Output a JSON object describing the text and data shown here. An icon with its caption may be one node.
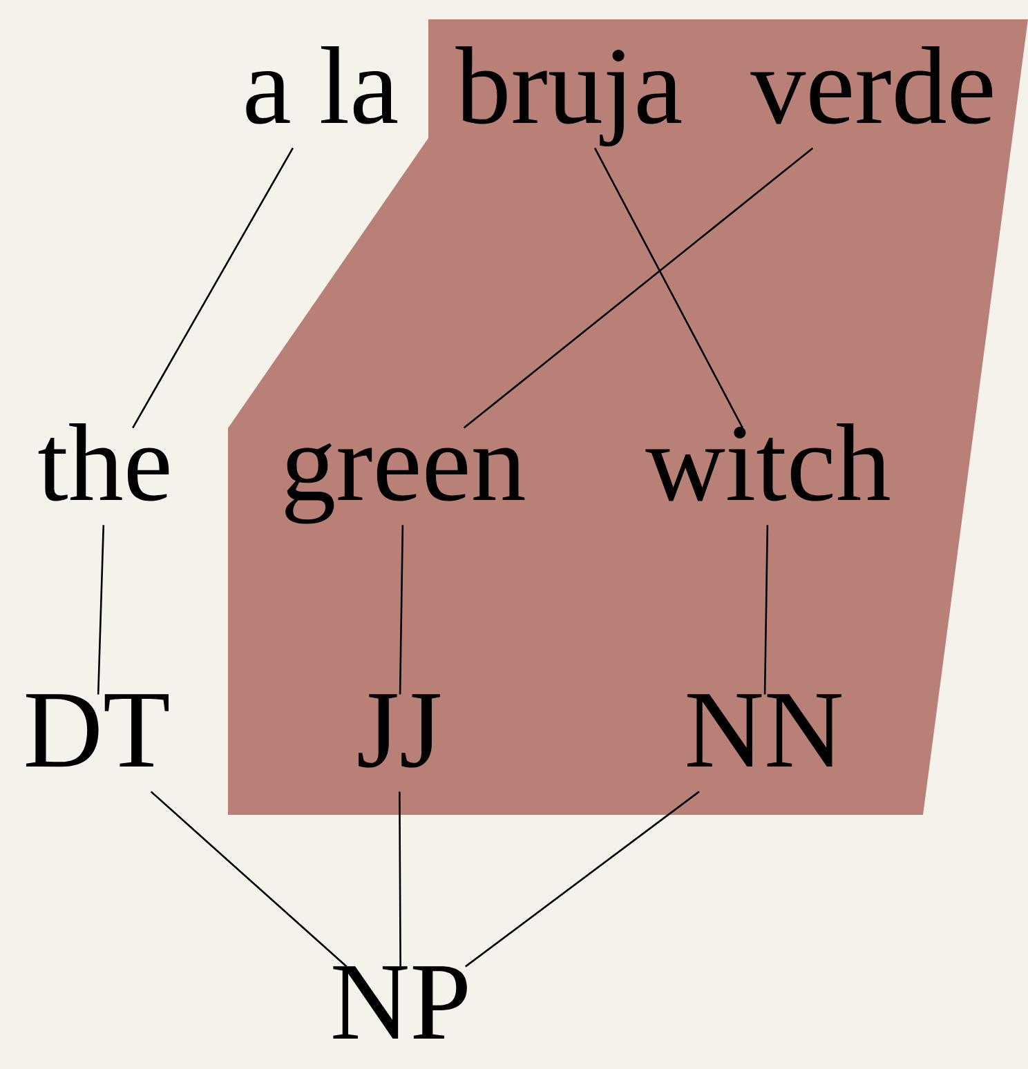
{
  "diagram": {
    "nodes": [
      {
        "text": [
          "a la"
        ]
      },
      {
        "text": [],
        "shape": "band"
      },
      {
        "text": [
          "bruja"
        ],
        "in": 1
      },
      {
        "text": [
          "verde"
        ],
        "in": 1
      },
      {
        "text": [
          "the"
        ]
      },
      {
        "text": [
          "green"
        ],
        "in": 1
      },
      {
        "text": [
          "witch"
        ],
        "in": 1
      },
      {
        "text": [
          "DT"
        ]
      },
      {
        "text": [
          "JJ"
        ],
        "in": 1
      },
      {
        "text": [
          "NN"
        ],
        "in": 1
      },
      {
        "text": [
          "NP"
        ]
      }
    ],
    "edges": [
      {
        "from": 0,
        "to": 4,
        "arrow": "none"
      },
      {
        "from": 2,
        "to": 6,
        "arrow": "none"
      },
      {
        "from": 3,
        "to": 5,
        "arrow": "none"
      },
      {
        "from": 4,
        "to": 7,
        "arrow": "none"
      },
      {
        "from": 5,
        "to": 8,
        "arrow": "none"
      },
      {
        "from": 6,
        "to": 9,
        "arrow": "none"
      },
      {
        "from": 7,
        "to": 10,
        "arrow": "none"
      },
      {
        "from": 8,
        "to": 10,
        "arrow": "none"
      },
      {
        "from": 9,
        "to": 10,
        "arrow": "none"
      }
    ]
  }
}
